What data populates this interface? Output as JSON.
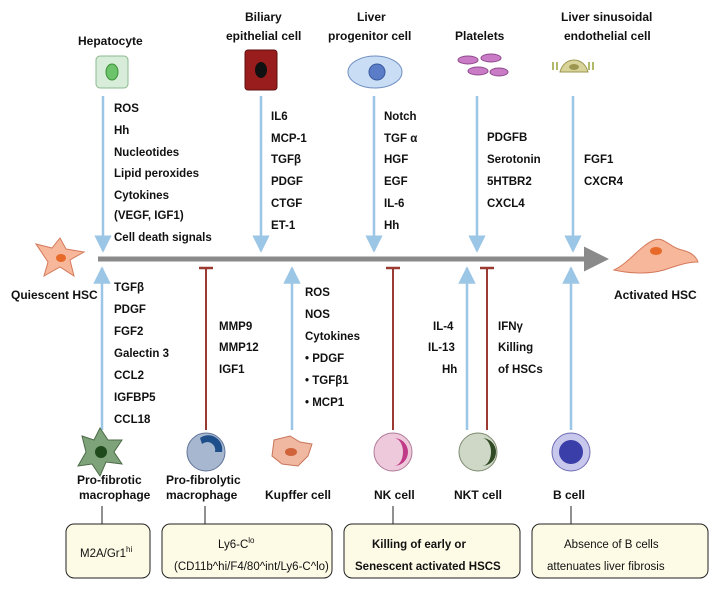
{
  "colors": {
    "stimulate_arrow": "#9cc6e6",
    "inhibit_line": "#9a3a30",
    "main_axis": "#8a8a8a",
    "box_fill": "#fdfbe6"
  },
  "hsc": {
    "quiescent": "Quiescent HSC",
    "activated": "Activated HSC"
  },
  "top_sources": [
    {
      "label_lines": [
        "Hepatocyte"
      ],
      "items": [
        "ROS",
        "Hh",
        "Nucleotides",
        "Lipid peroxides",
        "Cytokines",
        "(VEGF, IGF1)",
        "Cell death signals"
      ]
    },
    {
      "label_lines": [
        "Biliary",
        "epithelial cell"
      ],
      "items": [
        "IL6",
        "MCP-1",
        "TGFβ",
        "PDGF",
        "CTGF",
        "ET-1"
      ]
    },
    {
      "label_lines": [
        "Liver",
        "progenitor cell"
      ],
      "items": [
        "Notch",
        "TGF α",
        "HGF",
        "EGF",
        "IL-6",
        "Hh"
      ]
    },
    {
      "label_lines": [
        "Platelets"
      ],
      "items": [
        "PDGFB",
        "Serotonin",
        "5HTBR2",
        "CXCL4"
      ]
    },
    {
      "label_lines": [
        "Liver sinusoidal",
        "endothelial cell"
      ],
      "items": [
        "FGF1",
        "CXCR4"
      ]
    }
  ],
  "bottom_sources": [
    {
      "label_lines": [
        "Pro-fibrotic",
        "macrophage"
      ],
      "items": [
        "TGFβ",
        "PDGF",
        "FGF2",
        "Galectin 3",
        "CCL2",
        "IGFBP5",
        "CCL18"
      ]
    },
    {
      "label_lines": [
        "Pro-fibrolytic",
        "macrophage"
      ],
      "items": [
        "MMP9",
        "MMP12",
        "IGF1"
      ]
    },
    {
      "label_lines": [
        "Kupffer cell"
      ],
      "items": [
        "ROS",
        "NOS",
        "Cytokines",
        "• PDGF",
        "• TGFβ1",
        "• MCP1"
      ]
    },
    {
      "label_lines": [
        "NK cell"
      ],
      "items": []
    },
    {
      "label_lines": [
        "NKT cell"
      ],
      "items": [
        "IL-4",
        "IL-13",
        "Hh"
      ],
      "items_inhibit": [
        "IFNγ",
        "Killing",
        "of HSCs"
      ]
    },
    {
      "label_lines": [
        "B cell"
      ],
      "items": []
    }
  ],
  "boxes": [
    {
      "main": "M2A/Gr1",
      "sup": "hi"
    },
    {
      "line1_main": "Ly6-C",
      "line1_sup": "lo",
      "line2": "(CD11b^hi/F4/80^int/Ly6-C^lo)"
    },
    {
      "lines": [
        "Killing of early or",
        "Senescent activated HSCS"
      ]
    },
    {
      "lines": [
        "Absence of B cells",
        "attenuates liver fibrosis"
      ]
    }
  ]
}
